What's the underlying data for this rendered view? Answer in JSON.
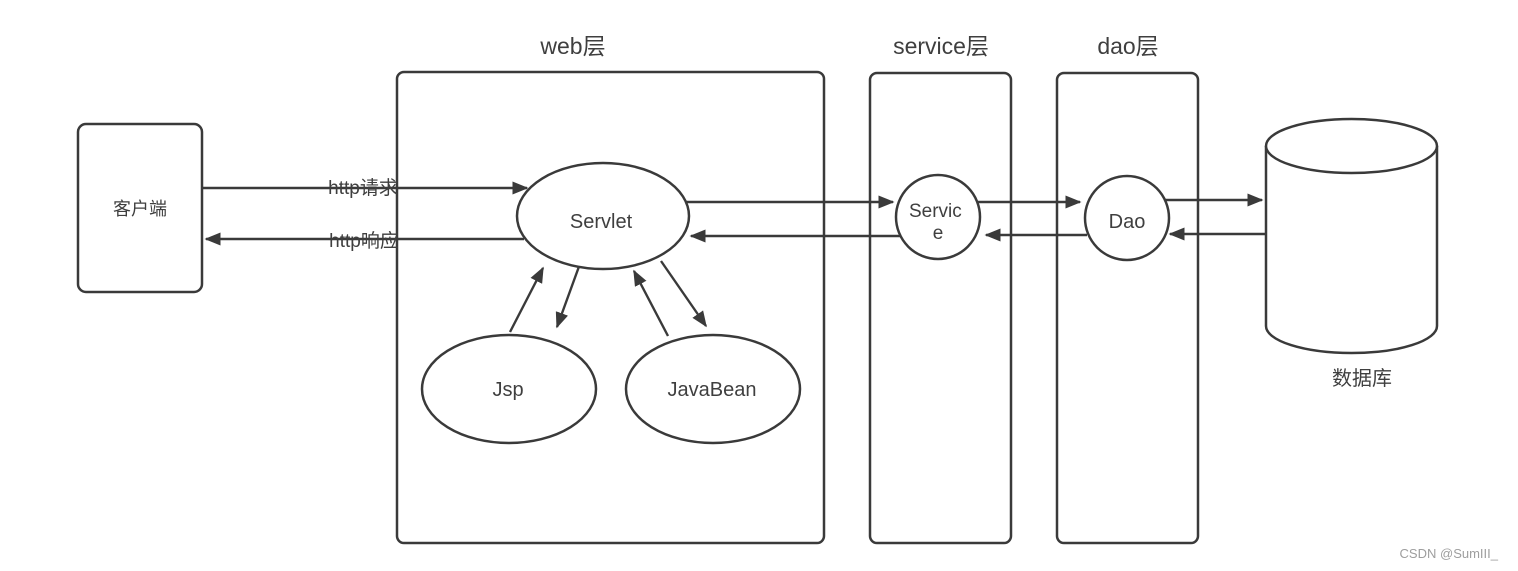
{
  "colors": {
    "stroke": "#3a3a3a",
    "text": "#3f3f3f",
    "watermark": "#9e9e9e",
    "background": "#ffffff"
  },
  "client": {
    "label": "客户端"
  },
  "web_layer": {
    "title": "web层",
    "servlet_label": "Servlet",
    "jsp_label": "Jsp",
    "javabean_label": "JavaBean"
  },
  "service_layer": {
    "title": "service层",
    "node_label_line1": "Servic",
    "node_label_line2": "e"
  },
  "dao_layer": {
    "title": "dao层",
    "node_label": "Dao"
  },
  "database": {
    "label": "数据库"
  },
  "arrows": {
    "http_request_label": "http请求",
    "http_response_label": "http响应"
  },
  "watermark": {
    "text": "CSDN @SumIII_"
  }
}
